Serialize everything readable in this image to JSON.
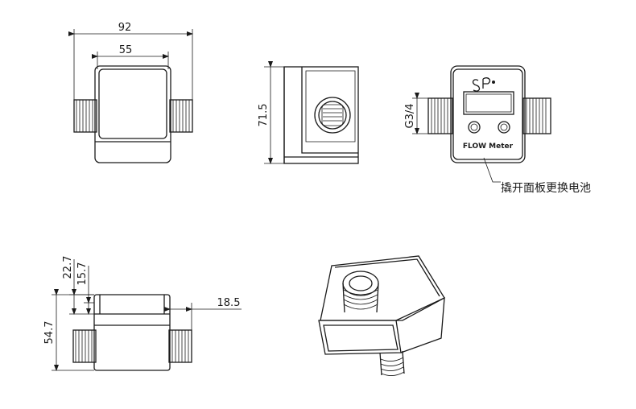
{
  "dimensions": {
    "overall_length": "92",
    "body_width": "55",
    "height_side": "71.5",
    "thread_size": "G3/4",
    "top_offset": "22.7",
    "inner_offset": "15.7",
    "body_height": "54.7",
    "thread_length": "18.5"
  },
  "front_panel": {
    "label": "FLOW Meter"
  },
  "note": {
    "text": "撬开面板更换电池"
  }
}
